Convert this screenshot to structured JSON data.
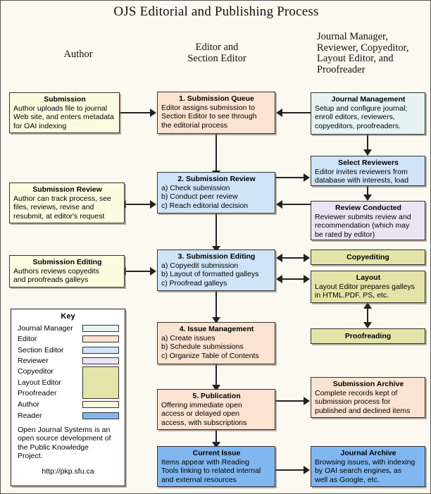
{
  "title": "OJS Editorial and Publishing Process",
  "columns": [
    {
      "id": "author",
      "label": "Author"
    },
    {
      "id": "editor",
      "label": "Editor and\nSection Editor",
      "line1": "Editor and",
      "line2": "Section Editor"
    },
    {
      "id": "roles",
      "label": "Journal Manager, Reviewer, Copyeditor, Layout Editor, and Proofreader",
      "line1": "Journal Manager,",
      "line2": "Reviewer, Copyeditor,",
      "line3": "Layout Editor, and",
      "line4": "Proofreader"
    }
  ],
  "boxes": {
    "submission": {
      "heading": "Submission",
      "lines": [
        "Author uploads file to journal",
        "Web site, and enters metadata",
        "for OAI indexing"
      ],
      "color": "#fbfbe0",
      "role": "Author"
    },
    "submission_queue": {
      "heading": "1. Submission Queue",
      "lines": [
        "Editor assigns submission to",
        "Section Editor to see through",
        "the editorial process"
      ],
      "color": "#fae3d0",
      "role": "Editor"
    },
    "journal_management": {
      "heading": "Journal Management",
      "lines": [
        "Setup and configure journal;",
        "enroll editors, reviewers,",
        "copyeditors, proofreaders."
      ],
      "color": "#e7f4f4",
      "role": "Journal Manager"
    },
    "select_reviewers": {
      "heading": "Select Reviewers",
      "lines": [
        "Editor invites reviewers from",
        "database with interests, load"
      ],
      "color": "#cfe4f7",
      "role": "Section Editor"
    },
    "review_conducted": {
      "heading": "Review Conducted",
      "lines": [
        "Reviewer submits review and",
        "recommendation (which may",
        "be rated by editor)"
      ],
      "color": "#ece4f3",
      "role": "Reviewer"
    },
    "submission_review_author": {
      "heading": "Submission Review",
      "lines": [
        "Author can track process, see",
        "files, reviews, revise and",
        "resubmit, at editor's request"
      ],
      "color": "#fbfbe0",
      "role": "Author"
    },
    "submission_review": {
      "heading": "2. Submission Review",
      "lines": [
        "a) Check submission",
        "b) Conduct peer review",
        "c) Reach editorial decision"
      ],
      "color": "#cfe4f7",
      "role": "Section Editor"
    },
    "submission_editing_author": {
      "heading": "Submission Editing",
      "lines": [
        "Authors reviews copyedits",
        "and proofreads galleys"
      ],
      "color": "#fbfbe0",
      "role": "Author"
    },
    "submission_editing": {
      "heading": "3. Submission Editing",
      "lines": [
        "a) Copyedit submission",
        "b) Layout of formatted galleys",
        "c) Proofread galleys"
      ],
      "color": "#cfe4f7",
      "role": "Section Editor"
    },
    "copyediting": {
      "heading": "Copyediting",
      "lines": [],
      "color": "#e4e4a8",
      "role": "Copyeditor"
    },
    "layout": {
      "heading": "Layout",
      "lines": [
        "Layout Editor prepares galleys",
        "in HTML.PDF. PS, etc."
      ],
      "color": "#e4e4a8",
      "role": "Layout Editor"
    },
    "proofreading": {
      "heading": "Proofreading",
      "lines": [],
      "color": "#e4e4a8",
      "role": "Proofreader"
    },
    "issue_management": {
      "heading": "4. Issue Management",
      "lines": [
        "a) Create issues",
        "b) Schedule submissions",
        "c) Organize Table of Contents"
      ],
      "color": "#fae3d0",
      "role": "Editor"
    },
    "publication": {
      "heading": "5. Publication",
      "lines": [
        "Offering immediate open",
        "access or delayed open",
        "access, with subscriptions"
      ],
      "color": "#fae3d0",
      "role": "Editor"
    },
    "submission_archive": {
      "heading": "Submission Archive",
      "lines": [
        "Complete records kept of",
        "submission process for",
        "published and declined items"
      ],
      "color": "#fae3d0",
      "role": "Editor"
    },
    "current_issue": {
      "heading": "Current Issue",
      "lines": [
        "Items appear with Reading",
        "Tools linking to related internal",
        "and external resources"
      ],
      "color": "#81b7f0",
      "role": "Reader"
    },
    "journal_archive": {
      "heading": "Journal Archive",
      "lines": [
        "Browsing issues, with indexing",
        "by OAI search engines, as",
        "well as Google, etc."
      ],
      "color": "#81b7f0",
      "role": "Reader"
    }
  },
  "key": {
    "title": "Key",
    "rows": [
      {
        "label": "Journal Manager",
        "color": "#e7f4f4"
      },
      {
        "label": "Editor",
        "color": "#fae3d0"
      },
      {
        "label": "Section Editor",
        "color": "#cfe4f7"
      },
      {
        "label": "Reviewer",
        "color": "#ece4f3"
      }
    ],
    "grouped": {
      "labels": [
        "Copyeditor",
        "Layout Editor",
        "Proofreader"
      ],
      "color": "#e4e4a8"
    },
    "rows_after": [
      {
        "label": "Author",
        "color": "#fbfbe0"
      },
      {
        "label": "Reader",
        "color": "#81b7f0"
      }
    ],
    "note": "Open Journal Systems is an open source development of the Public Knowledge Project.",
    "note_lines": [
      "Open Journal Systems is an",
      "open source development of",
      "the Public Knowledge",
      "Project."
    ],
    "url": "http://pkp.sfu.ca"
  }
}
